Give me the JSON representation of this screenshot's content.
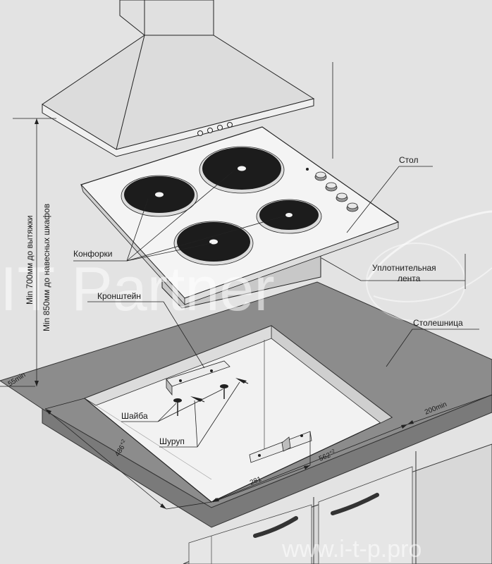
{
  "labels": {
    "table": "Стол",
    "sealing_tape_line1": "Уплотнительная",
    "sealing_tape_line2": "лента",
    "countertop": "Столешница",
    "burners": "Конфорки",
    "bracket": "Кронштейн",
    "washer": "Шайба",
    "screw": "Шуруп",
    "hood_clearance": "Min 700мм до вытяжки",
    "cabinet_clearance": "Min 850мм до навесных шкафов"
  },
  "dimensions": {
    "edge_min": "55min",
    "rear_min": "200min",
    "depth": "486",
    "depth_tol": "+2",
    "width": "562",
    "width_tol": "+2",
    "half_width": "281"
  },
  "watermark": {
    "brand": "IT Partner",
    "url": "www.i-t-p.pro"
  },
  "colors": {
    "background": "#e3e3e3",
    "countertop": "#8c8c8c",
    "hob_surface": "#f4f4f4",
    "burner": "#1c1c1c",
    "cabinet": "#d6d6d6"
  }
}
